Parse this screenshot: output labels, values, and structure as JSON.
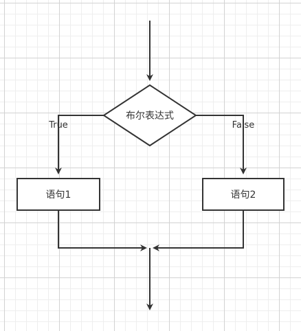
{
  "diagram": {
    "type": "flowchart",
    "nodes": {
      "condition": {
        "label": "布尔表达式",
        "shape": "diamond"
      },
      "statement1": {
        "label": "语句1",
        "shape": "rectangle"
      },
      "statement2": {
        "label": "语句2",
        "shape": "rectangle"
      }
    },
    "edges": {
      "true_branch": {
        "label": "True",
        "from": "condition",
        "to": "statement1"
      },
      "false_branch": {
        "label": "False",
        "from": "condition",
        "to": "statement2"
      }
    }
  },
  "colors": {
    "stroke": "#333333",
    "node_fill": "#ffffff",
    "grid_major": "#d2d2d2",
    "grid_minor": "#eeeeee"
  }
}
